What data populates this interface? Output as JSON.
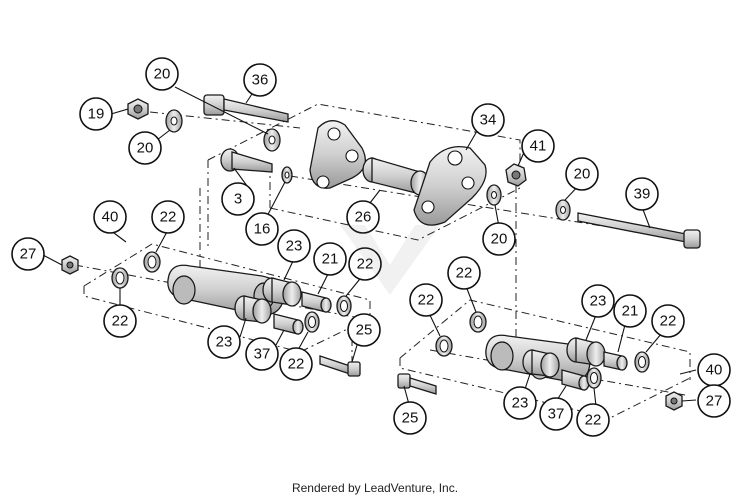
{
  "credit": "Rendered by LeadVenture, Inc.",
  "colors": {
    "part_fill": "#dcdcdc",
    "part_shade": "#a8a8a8",
    "line": "#111111"
  },
  "callouts": [
    "20",
    "36",
    "19",
    "20",
    "34",
    "41",
    "20",
    "39",
    "3",
    "16",
    "26",
    "20",
    "40",
    "22",
    "27",
    "22",
    "23",
    "21",
    "22",
    "23",
    "37",
    "22",
    "25",
    "22",
    "22",
    "23",
    "21",
    "22",
    "40",
    "27",
    "25",
    "23",
    "37",
    "22"
  ]
}
